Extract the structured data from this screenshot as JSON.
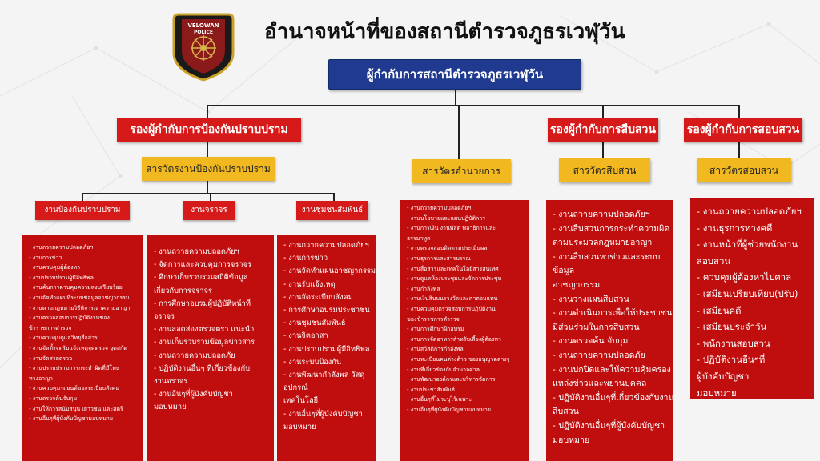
{
  "title": "อำนาจหน้าที่ของสถานีตำรวจภูธรเวฬุวัน",
  "logo": {
    "top_text": "VELOWAN",
    "mid_text": "POLICE"
  },
  "chief": "ผู้กำกับการสถานีตำรวจภูธรเวฬุวัน",
  "deputies": [
    "รองผู้กำกับการป้องกันปราบปราม",
    "รองผู้กำกับการสืบสวน",
    "รองผู้กำกับการสอบสวน"
  ],
  "inspectors": {
    "prevention": "สารวัตรงานป้องกันปราบปราม",
    "admin": "สารวัตรอำนวยการ",
    "investigation": "สารวัตรสืบสวน",
    "inquiry": "สารวัตรสอบสวน"
  },
  "units": [
    "งานป้องกันปราบปราม",
    "งานจราจร",
    "งานชุมชนสัมพันธ์"
  ],
  "lists": {
    "prevention": [
      "- งานถวายความปลอดภัยฯ",
      "- งานการข่าว",
      "- งานควบคุมผู้ต้องหา",
      "- งานปราบปรามผู้มีอิทธิพล",
      "- งานค้นการควบคุมความสงบเรียบร้อย",
      "- งานจัดทำแผนที่ระบบข้อมูลอาชญากรรม",
      "- งานตามกฎหมายวิธีพิจารณาความอาญา",
      "- งานตรวจสอบการปฏิบัติงานของ",
      "  ข้าราชการตำรวจ",
      "- งานควบคุมดูแลวิทยุสื่อสาร",
      "- งานจัดตั้งจุดรับแจ้งเหตุจุดตรวจ จุดสกัด",
      "- งานจัดสายตรวจ",
      "- งานปราบปรามการกระทำผิดที่มีโทษ",
      "  ทางอาญา",
      "- งานควบคุมรถยนต์ของระเบียบสังคม",
      "- งานตรวจค้นจับกุม",
      "- งานให้การสนับสนุน เยาวชน และสตรี",
      "- งานอื่นๆที่ผู้บังคับบัญชามอบหมาย"
    ],
    "traffic": [
      "- งานถวายความปลอดภัยฯ",
      "- จัดการและควบคุมการจราจร",
      "- ศึกษาเก็บรวบรวมสถิติข้อมูล",
      "  เกี่ยวกับการจราจร",
      "- การศึกษาอบรมผู้ปฏิบัติหน้าที่",
      "  จราจร",
      "- งานสอดส่องตรวจตรา แนะนำ",
      "- งานเก็บรวบรวมข้อมูลข่าวสาร",
      "- งานถวายความปลอดภัย",
      "- ปฏิบัติงานอื่นๆ ที่เกี่ยวข้องกับ",
      "  งานจราจร",
      "- งานอื่นๆที่ผู้บังคับบัญชา",
      "มอบหมาย"
    ],
    "community": [
      "- งานถวายความปลอดภัยฯ",
      "- งานการข่าว",
      "- งานจัดทำแผนอาชญากรรม",
      "- งานรับแจ้งเหตุ",
      "- งานจัดระเบียบสังคม",
      "- การศึกษาอบรมประชาชน",
      "- งานชุมชนสัมพันธ์",
      "- งานจิตอาสา",
      "- งานปราบปรามผู้มีอิทธิพล",
      "- งานระบบป้องกัน",
      "- งานพัฒนากำลังพล วัสดุ",
      "  อุปกรณ์",
      "  เทคโนโลยี",
      "- งานอื่นๆที่ผู้บังคับบัญชา",
      "มอบหมาย"
    ],
    "admin": [
      "- งานถวายความปลอดภัยฯ",
      "- งานนโยบายและแผนปฏิบัติการ",
      "- งานการเงิน งานพัสดุ พลาธิการและ",
      "  ธรรมาทูต",
      "- งานตรวจสอบติดตามประเมินผล",
      "- งานธุรการและสารบรรณ",
      "- งานสื่อสารและเทคโนโลยีสารสนเทศ",
      "- งานดูแลห้องประชุมและจัดการประชุม",
      "- งานกำลังพล",
      "- งานเงินสินบนรางวัลและค่าตอบแทน",
      "- งานควบคุมตรวจสอบการปฏิบัติงาน",
      "  ของข้าราชการตำรวจ",
      "- งานการศึกษาฝึกอบรม",
      "- งานการจัดอาหารสำหรับเลี้ยงผู้ต้องหา",
      "- งานสวัสดิการกำลังพล",
      "- งานทะเบียนคนต่างด้าว ของอนุญาตต่างๆ",
      "- งานที่เกี่ยวข้องกับอำนาจศาล",
      "- งานพัฒนาองค์กรและบริหารจัดการ",
      "- งานประชาสัมพันธ์",
      "- งานอื่นๆที่ไม่ระบุไว้เฉพาะ",
      "- งานอื่นๆที่ผู้บังคับบัญชามอบหมาย"
    ],
    "investigation": [
      "- งานถวายความปลอดภัยฯ",
      "- งานสืบสวนการกระทำความผิด",
      "  ตามประมวลกฎหมายอาญา",
      "- งานสืบสวนหาข่าวและระบบ",
      "  ข้อมูล",
      "  อาชญากรรม",
      "- งานวางแผนสืบสวน",
      "- งานดำเนินการเพื่อให้ประชาชน",
      "  มีส่วนร่วมในการสืบสวน",
      "- งานตรวจค้น จับกุม",
      "- งานถวายความปลอดภัย",
      "- งานปกปิดและให้ความคุ้มครอง",
      "  แหล่งข่าวและพยานบุคคล",
      "- ปฏิบัติงานอื่นๆที่เกี่ยวข้องกับงาน",
      "สืบสวน",
      "- ปฏิบัติงานอื่นๆที่ผู้บังคับบัญชา",
      "  มอบหมาย"
    ],
    "inquiry": [
      "- งานถวายความปลอดภัยฯ",
      "- งานธุรการทางคดี",
      "- งานหน้าที่ผู้ช่วยพนักงาน",
      "  สอบสวน",
      "- ควบคุมผู้ต้องหาไปศาล",
      "- เสมียนเปรียบเทียบ(ปรับ)",
      "- เสมียนคดี",
      "- เสมียนประจำวัน",
      "- พนักงานสอบสวน",
      "- ปฏิบัติงานอื่นๆที่",
      "ผู้บังคับบัญชา",
      "  มอบหมาย"
    ]
  },
  "colors": {
    "navy": "#1f3a8f",
    "red": "#d61a1a",
    "dark_red": "#c00d0d",
    "gold": "#f1b81f"
  }
}
